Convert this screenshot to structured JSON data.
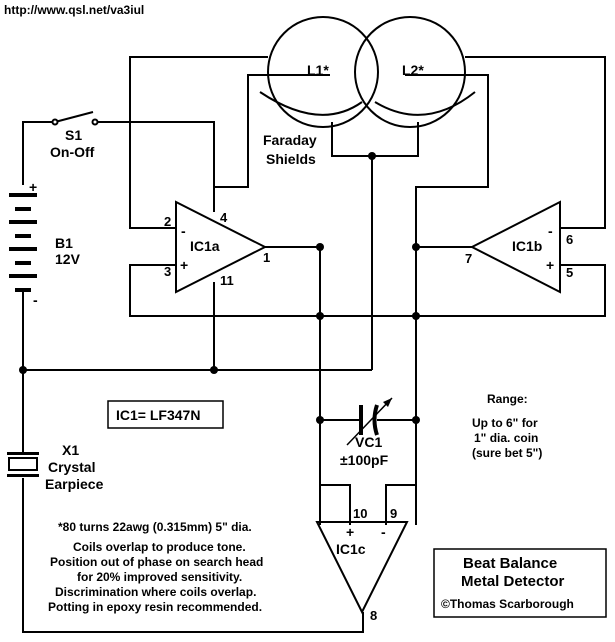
{
  "header": {
    "url": "http://www.qsl.net/va3iul"
  },
  "coils": {
    "l1": "L1*",
    "l2": "L2*",
    "shield_line1": "Faraday",
    "shield_line2": "Shields"
  },
  "switch": {
    "name": "S1",
    "desc": "On-Off"
  },
  "battery": {
    "name": "B1",
    "voltage": "12V",
    "plus": "+",
    "minus": "-"
  },
  "ic1a": {
    "name": "IC1a",
    "pin_inv": "2",
    "pin_noninv": "3",
    "pin_vcc": "4",
    "pin_gnd": "11",
    "pin_out": "1",
    "minus": "-",
    "plus": "+"
  },
  "ic1b": {
    "name": "IC1b",
    "pin_inv": "6",
    "pin_noninv": "5",
    "pin_out": "7",
    "minus": "-",
    "plus": "+"
  },
  "ic1c": {
    "name": "IC1c",
    "pin_noninv": "10",
    "pin_inv": "9",
    "pin_out": "8",
    "plus": "+",
    "minus": "-"
  },
  "ic_part": "IC1= LF347N",
  "vc1": {
    "name": "VC1",
    "value": "±100pF"
  },
  "earpiece": {
    "name": "X1",
    "line1": "Crystal",
    "line2": "Earpiece"
  },
  "range": {
    "title": "Range:",
    "lines": [
      "Up to 6\" for",
      "1\" dia. coin",
      "(sure bet 5\")"
    ]
  },
  "notes": {
    "lines": [
      "*80 turns 22awg (0.315mm) 5\" dia.",
      "Coils overlap to produce tone.",
      "Position out of phase on search head",
      "for 20% improved sensitivity.",
      "Discrimination where coils overlap.",
      "Potting in epoxy resin recommended."
    ]
  },
  "title_box": {
    "line1": "Beat Balance",
    "line2": "Metal Detector",
    "author": "©Thomas Scarborough"
  }
}
